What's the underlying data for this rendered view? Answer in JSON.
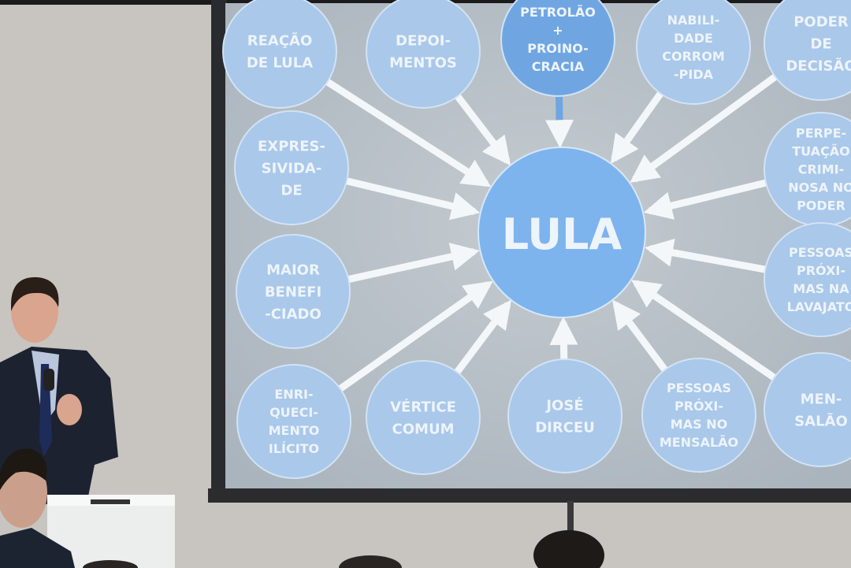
{
  "slide": {
    "center": {
      "label": "LULA"
    },
    "nodes": [
      {
        "id": "reacao",
        "lines": [
          "REAÇÃO",
          "DE LULA"
        ],
        "highlight": false
      },
      {
        "id": "depoimentos",
        "lines": [
          "DEPOI-",
          "MENTOS"
        ],
        "highlight": false
      },
      {
        "id": "petrolao",
        "lines": [
          "PETROLÃO",
          "+",
          "PROINO-",
          "CRACIA"
        ],
        "highlight": true
      },
      {
        "id": "inabilidade",
        "lines": [
          "NABILI-",
          "DADE",
          "CORROM",
          "-PIDA"
        ],
        "highlight": false
      },
      {
        "id": "poder",
        "lines": [
          "PODER",
          "DE",
          "DECISÃO"
        ],
        "highlight": false
      },
      {
        "id": "expressividade",
        "lines": [
          "EXPRES-",
          "SIVIDA-",
          "DE"
        ],
        "highlight": false
      },
      {
        "id": "perpetuacao",
        "lines": [
          "PERPE-",
          "TUAÇÃO",
          "CRIMI-",
          "NOSA NO",
          "PODER"
        ],
        "highlight": false
      },
      {
        "id": "maior",
        "lines": [
          "MAIOR",
          "BENEFI",
          "-CIADO"
        ],
        "highlight": false
      },
      {
        "id": "lavajato",
        "lines": [
          "PESSOAS",
          "PRÓXI-",
          "MAS NA",
          "LAVAJATO"
        ],
        "highlight": false
      },
      {
        "id": "enriquecimento",
        "lines": [
          "ENRI-",
          "QUECI-",
          "MENTO",
          "ILÍCITO"
        ],
        "highlight": false
      },
      {
        "id": "vertice",
        "lines": [
          "VÉRTICE",
          "COMUM"
        ],
        "highlight": false
      },
      {
        "id": "dirceu",
        "lines": [
          "JOSÉ",
          "DIRCEU"
        ],
        "highlight": false
      },
      {
        "id": "mensalao-pessoas",
        "lines": [
          "PESSOAS",
          "PRÓXI-",
          "MAS NO",
          "MENSALÃO"
        ],
        "highlight": false
      },
      {
        "id": "mensalao",
        "lines": [
          "MEN-",
          "SALÃO"
        ],
        "highlight": false
      }
    ]
  },
  "colors": {
    "wall": "#c8c5c0",
    "screen": "#b8c1c8",
    "node": "#a9c8ea",
    "node_highlight": "#6fa6e2",
    "center": "#7db4ee",
    "arrow": "#f4f7fa"
  }
}
